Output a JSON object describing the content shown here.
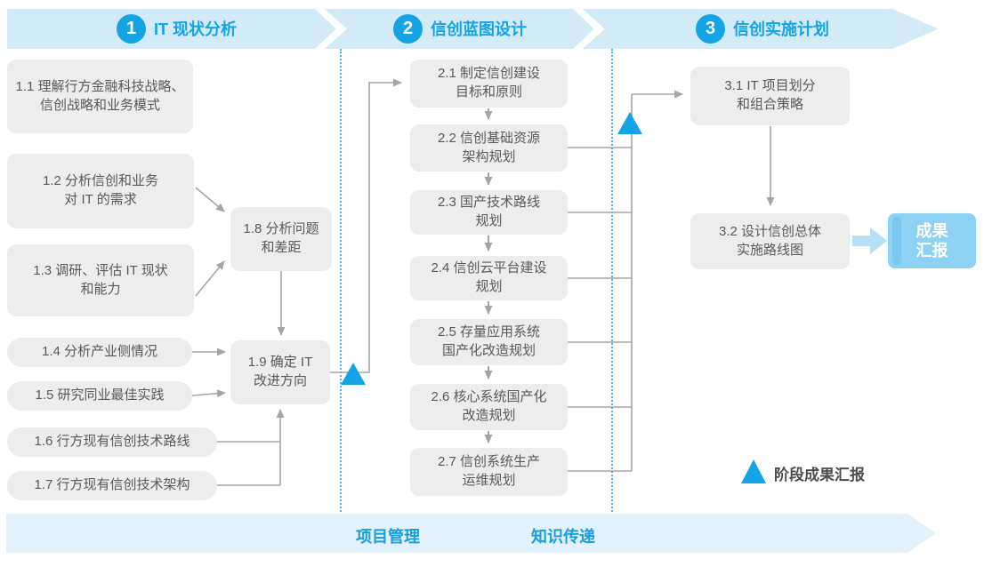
{
  "colors": {
    "accent": "#14a3e4",
    "top_band": "#d3eaf7",
    "bottom_band": "#e3f1fb",
    "step_box": "#ededed",
    "result_box": "#8dd2f3",
    "connector": "#a5a5a5"
  },
  "phases": [
    {
      "number": "1",
      "title": "IT 现状分析"
    },
    {
      "number": "2",
      "title": "信创蓝图设计"
    },
    {
      "number": "3",
      "title": "信创实施计划"
    }
  ],
  "phase1": {
    "b11": "1.1 理解行方金融科技战略、\n信创战略和业务模式",
    "b12": "1.2 分析信创和业务\n对 IT 的需求",
    "b13": "1.3 调研、评估 IT 现状\n和能力",
    "b14": "1.4 分析产业侧情况",
    "b15": "1.5 研究同业最佳实践",
    "b16": "1.6 行方现有信创技术路线",
    "b17": "1.7 行方现有信创技术架构",
    "b18": "1.8 分析问题\n和差距",
    "b19": "1.9 确定 IT\n改进方向"
  },
  "phase2": {
    "b21": "2.1 制定信创建设\n目标和原则",
    "b22": "2.2 信创基础资源\n架构规划",
    "b23": "2.3 国产技术路线\n规划",
    "b24": "2.4 信创云平台建设\n规划",
    "b25": "2.5 存量应用系统\n国产化改造规划",
    "b26": "2.6 核心系统国产化\n改造规划",
    "b27": "2.7 信创系统生产\n运维规划"
  },
  "phase3": {
    "b31": "3.1 IT 项目划分\n和组合策略",
    "b32": "3.2 设计信创总体\n实施路线图",
    "result": "成果\n汇报"
  },
  "legend": {
    "milestone_label": "阶段成果汇报"
  },
  "bottom_band": {
    "left_label": "项目管理",
    "right_label": "知识传递"
  }
}
